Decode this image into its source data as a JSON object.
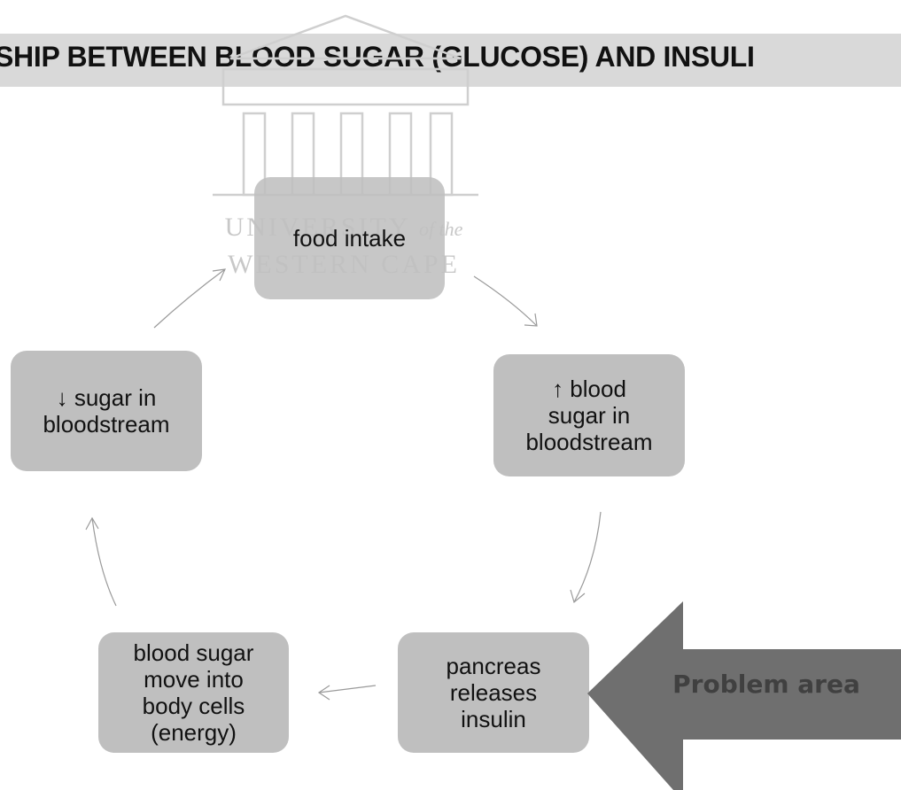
{
  "header": {
    "title": "SHIP BETWEEN BLOOD SUGAR (GLUCOSE) AND INSULI"
  },
  "watermark": {
    "line1": "UNIVERSITY",
    "line1_suffix": "of the",
    "line2": "WESTERN CAPE"
  },
  "cycle": {
    "nodes": [
      {
        "id": "food",
        "label": "food intake"
      },
      {
        "id": "high-sugar",
        "label": "↑ blood\nsugar in\nbloodstream"
      },
      {
        "id": "pancreas",
        "label": "pancreas\nreleases\ninsulin"
      },
      {
        "id": "into-cells",
        "label": "blood sugar\nmove into\nbody cells\n(energy)"
      },
      {
        "id": "low-sugar",
        "label": "↓ sugar in\nbloodstream"
      }
    ]
  },
  "callout": {
    "label": "Problem area"
  },
  "colors": {
    "title_band": "#d9d9d9",
    "node_fill": "#bfbfbf",
    "callout_fill": "#6f6f6f",
    "arrow": "#9a9a9a",
    "watermark": "#c8c8c8"
  }
}
